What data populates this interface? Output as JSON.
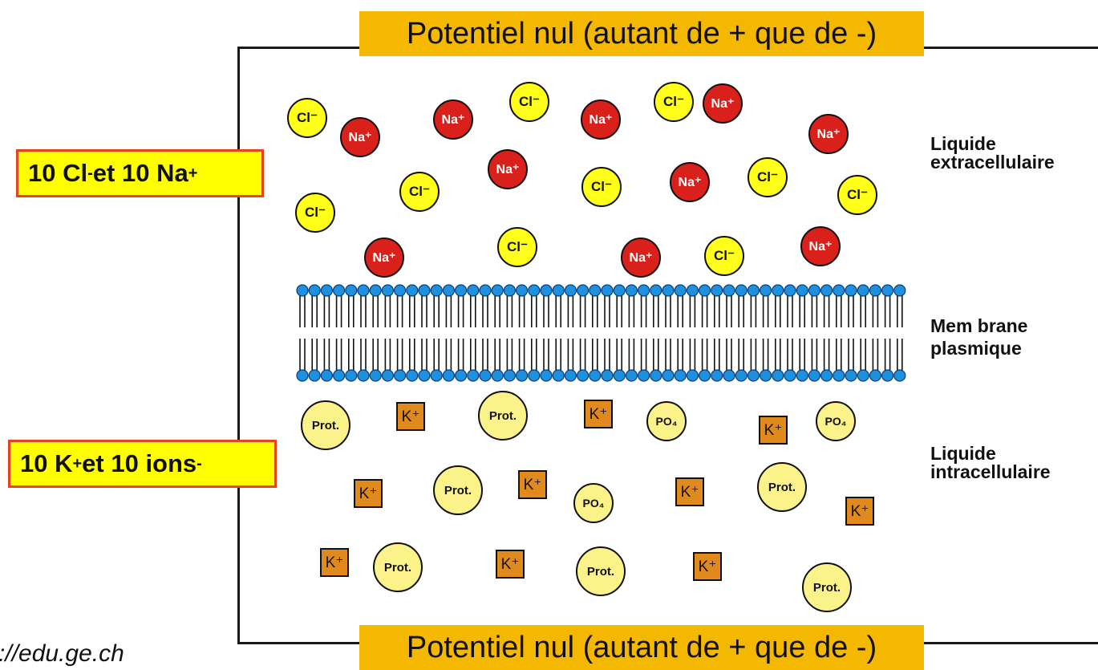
{
  "banner_top": "Potentiel nul (autant de + que de -)",
  "banner_bottom": "Potentiel nul (autant de + que de -)",
  "extracellular_count": {
    "part1": "10 Cl",
    "sup1": "-",
    "part2": " et 10 Na",
    "sup2": "+"
  },
  "intracellular_count": {
    "part1": "10 K",
    "sup1": "+",
    "part2": " et 10 ions ",
    "sup2": "-"
  },
  "labels": {
    "extracellular": [
      "Liquide",
      "extracellulaire"
    ],
    "membrane": [
      "Mem brane",
      "plasmique"
    ],
    "intracellular": [
      "Liquide",
      "intracellulaire"
    ]
  },
  "ion_labels": {
    "cl": "Cl⁻",
    "na": "Na⁺",
    "prot": "Prot.",
    "po4": "PO₄",
    "k": "K⁺"
  },
  "source": "://edu.ge.ch",
  "colors": {
    "banner": "#f5b800",
    "count_box": "#ffff00",
    "count_border": "#e8431f",
    "cl": "#ffff1a",
    "na": "#d9201a",
    "k": "#e08a1e",
    "prot": "#fbf28a",
    "lipid_head": "#1e90e0"
  }
}
